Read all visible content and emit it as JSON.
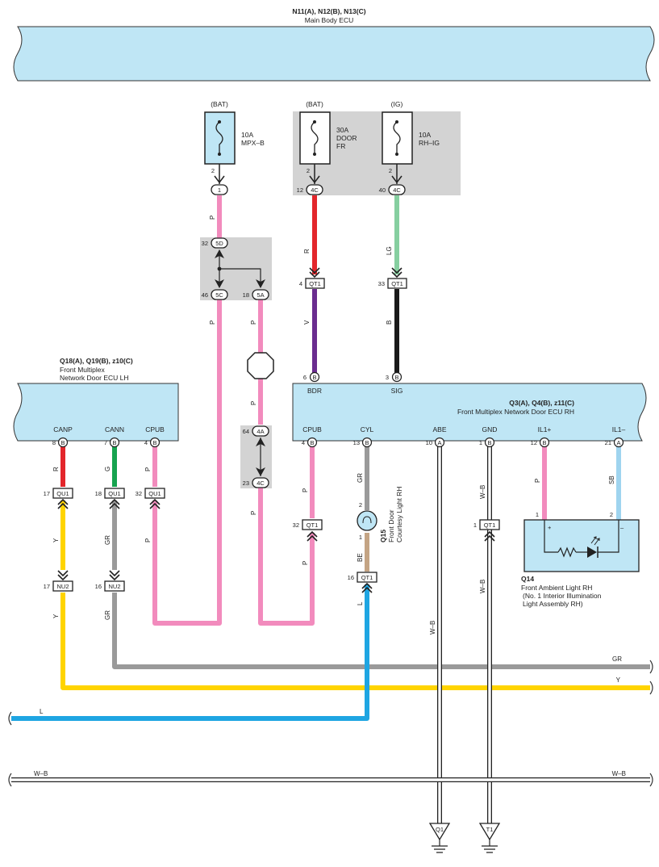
{
  "top_ecu": {
    "title": "N11(A), N12(B), N13(C)",
    "subtitle": "Main Body ECU"
  },
  "fuses": [
    {
      "source": "(BAT)",
      "rating": "10A",
      "name": "MPX–B",
      "pin": "2",
      "connector": "1",
      "conn_pin": ""
    },
    {
      "source": "(BAT)",
      "rating": "30A",
      "name": "DOOR",
      "name2": "FR",
      "pin": "2",
      "connector": "4C",
      "conn_pin": "12"
    },
    {
      "source": "(IG)",
      "rating": "10A",
      "name": "RH–IG",
      "pin": "2",
      "connector": "4C",
      "conn_pin": "40"
    }
  ],
  "junction_top": [
    {
      "pin": "32",
      "connector": "5D"
    },
    {
      "pin": "46",
      "connector": "5C"
    },
    {
      "pin": "18",
      "connector": "5A"
    }
  ],
  "junction_mid": [
    {
      "pin": "64",
      "connector": "4A"
    },
    {
      "pin": "23",
      "connector": "4C"
    }
  ],
  "qt1_upper": [
    {
      "pin": "4",
      "connector": "QT1"
    },
    {
      "pin": "33",
      "connector": "QT1"
    }
  ],
  "left_ecu": {
    "title": "Q18(A), Q19(B), z10(C)",
    "subtitle1": "Front Multiplex",
    "subtitle2": "Network Door ECU LH",
    "terminals": [
      {
        "name": "CANP",
        "pin": "8",
        "conn": "B"
      },
      {
        "name": "CANN",
        "pin": "7",
        "conn": "B"
      },
      {
        "name": "CPUB",
        "pin": "4",
        "conn": "B"
      }
    ]
  },
  "right_ecu": {
    "title": "Q3(A), Q4(B), z11(C)",
    "subtitle": "Front Multiplex Network Door ECU RH",
    "top_terminals": [
      {
        "name": "BDR",
        "pin": "6",
        "conn": "B"
      },
      {
        "name": "SIG",
        "pin": "3",
        "conn": "B"
      }
    ],
    "terminals": [
      {
        "name": "CPUB",
        "pin": "4",
        "conn": "B"
      },
      {
        "name": "CYL",
        "pin": "13",
        "conn": "B"
      },
      {
        "name": "ABE",
        "pin": "10",
        "conn": "A"
      },
      {
        "name": "GND",
        "pin": "1",
        "conn": "B"
      },
      {
        "name": "IL1+",
        "pin": "12",
        "conn": "B"
      },
      {
        "name": "IL1–",
        "pin": "21",
        "conn": "A"
      }
    ]
  },
  "qu1": [
    {
      "pin": "17",
      "connector": "QU1"
    },
    {
      "pin": "18",
      "connector": "QU1"
    },
    {
      "pin": "32",
      "connector": "QU1"
    }
  ],
  "nu2": [
    {
      "pin": "17",
      "connector": "NU2"
    },
    {
      "pin": "16",
      "connector": "NU2"
    }
  ],
  "qt1_lower": [
    {
      "pin": "32",
      "connector": "QT1"
    },
    {
      "pin": "16",
      "connector": "QT1"
    },
    {
      "pin": "1",
      "connector": "QT1"
    }
  ],
  "courtesy_light": {
    "id": "Q15",
    "name1": "Front Door",
    "name2": "Courtesy Light RH",
    "pin_top": "2",
    "pin_bottom": "1"
  },
  "ambient_light": {
    "id": "Q14",
    "name1": "Front Ambient Light RH",
    "name2": "(No. 1 Interior Illumination",
    "name3": "Light Assembly RH)",
    "pin1": "1",
    "pin2": "2",
    "plus": "+",
    "minus": "–"
  },
  "wire_labels": {
    "p": "P",
    "r": "R",
    "lg": "LG",
    "v": "V",
    "b": "B",
    "g": "G",
    "y": "Y",
    "gr": "GR",
    "be": "BE",
    "l": "L",
    "wb": "W–B",
    "sb": "SB"
  },
  "grounds": [
    "Q1",
    "T1"
  ],
  "colors": {
    "pink": "#f28bbd",
    "red": "#e3262b",
    "green": "#16a34f",
    "light_green": "#86cfa0",
    "violet": "#6a2c8f",
    "black": "#1a1a1a",
    "yellow": "#ffd400",
    "gray": "#9a9a9a",
    "blue": "#1ea5e2",
    "tan": "#c4a484",
    "sky": "#9fd4ef",
    "ecu_fill": "#bfe6f5",
    "junction": "#d3d3d3"
  }
}
